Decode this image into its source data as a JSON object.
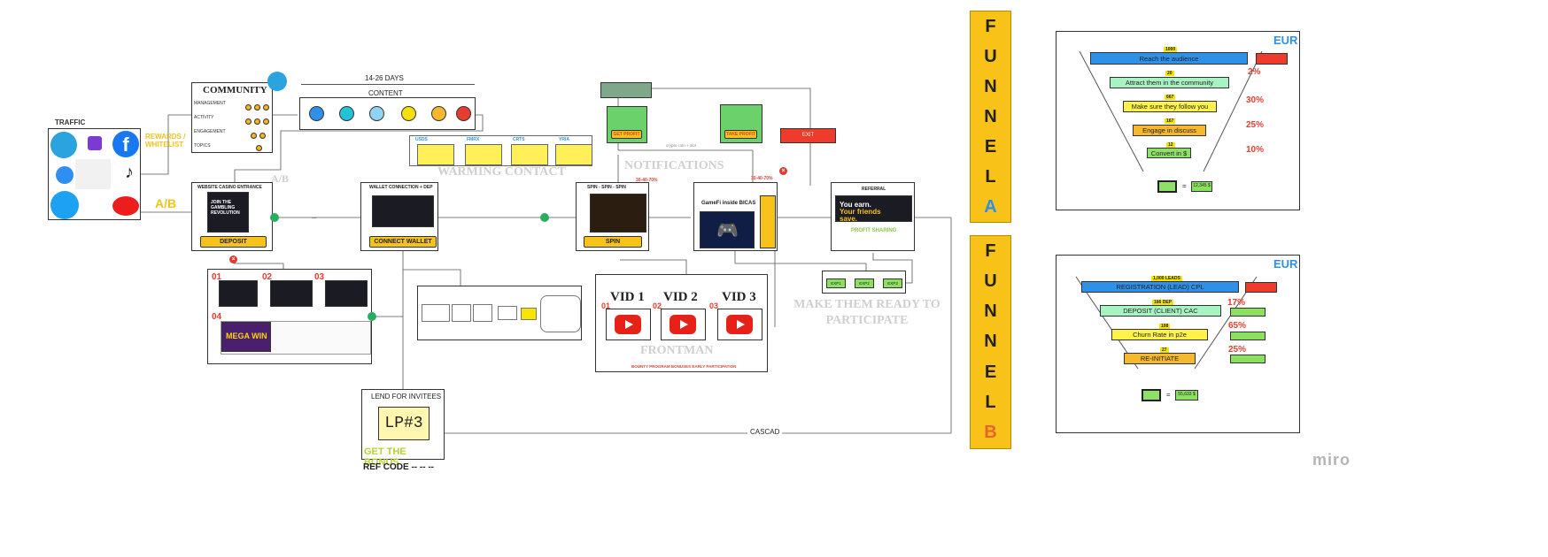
{
  "traffic": {
    "title": "TRAFFIC",
    "rewards_label": "REWARDS /\nWHITELIST",
    "ab_label": "A/B"
  },
  "community": {
    "title": "COMMUNITY",
    "rows": [
      "MANAGEMENT",
      "ACTIVITY",
      "ENGAGEMENT",
      "TOPICS"
    ]
  },
  "content": {
    "duration": "14-26 DAYS",
    "title": "CONTENT"
  },
  "website": {
    "title": "WEBSITE CASINO ENTRANCE",
    "banner_text": "JOIN THE GAMBLING REVOLUTION",
    "button": "DEPOSIT",
    "ab_ghost": "A/B"
  },
  "wallet": {
    "title": "WALLET CONNECTION + DEP",
    "button": "CONNECT WALLET"
  },
  "warming": {
    "ghost": "WARMING CONTACT",
    "tabs": [
      "USDS",
      "FMRX",
      "CRTS",
      "YRIA"
    ]
  },
  "notifications": {
    "ghost": "NOTIFICATIONS"
  },
  "spin": {
    "title": "SPIN - SPIN - SPIN",
    "button": "SPIN",
    "rate_label": "30-40-70%"
  },
  "gamefi": {
    "title": "GameFi inside BICAS",
    "rate_label": "30-40-70%"
  },
  "profit": {
    "left_button": "GET PROFIT",
    "right_button": "TAKE PROFIT",
    "exit": "EXIT"
  },
  "referral": {
    "title": "REFERRAL",
    "banner_line1": "You earn.",
    "banner_line2": "Your friends save.",
    "sharing": "PROFIT SHARING"
  },
  "exp": {
    "items": [
      "EXP1",
      "EXP2",
      "EXP3"
    ],
    "ghost": "MAKE THEM READY TO PARTICIPATE"
  },
  "frontman": {
    "videos": [
      "VID 1",
      "VID 2",
      "VID 3"
    ],
    "numbers": [
      "01",
      "02",
      "03"
    ],
    "ghost": "FRONTMAN",
    "note": "BOUNTY PROGRAM BONUSES EARLY PARTICIPATION"
  },
  "casino_banners": {
    "numbers": [
      "01",
      "02",
      "03",
      "04"
    ],
    "mega": "MEGA WIN"
  },
  "lend": {
    "title": "LEND FOR INVITEES",
    "sketch": "LP#3",
    "bonus": "GET THE BONUS",
    "ref_code": "REF CODE -- -- --"
  },
  "cascad": "CASCAD",
  "funnel_a": {
    "letters": [
      "F",
      "U",
      "N",
      "N",
      "E",
      "L",
      "A"
    ],
    "currency": "EUR",
    "stages": [
      "Reach the audience",
      "Attract them in the community",
      "Make sure they follow you",
      "Engage in discuss",
      "Convert in $"
    ],
    "numbers": [
      "1000",
      "20",
      "667",
      "167",
      "12"
    ],
    "percents": [
      "2%",
      "30%",
      "25%",
      "10%"
    ],
    "total": "12,345 $",
    "colors": [
      "#2f90e8",
      "#a7f3c2",
      "#fff34a",
      "#f5b82e",
      "#8ee06a"
    ]
  },
  "funnel_b": {
    "letters": [
      "F",
      "U",
      "N",
      "N",
      "E",
      "L",
      "B"
    ],
    "currency": "EUR",
    "stages": [
      "REGISTRATION (LEAD) CPL",
      "DEPOSIT (CLIENT) CAC",
      "Churn Rate in p2e",
      "RE-INITIATE"
    ],
    "numbers": [
      "1,000 LEADS",
      "166 DEP",
      "108",
      "27"
    ],
    "percents": [
      "17%",
      "65%",
      "25%"
    ],
    "total": "55,633 $",
    "colors": [
      "#2f90e8",
      "#a7f3c2",
      "#fff34a",
      "#f5b82e"
    ]
  },
  "brand": "miro"
}
